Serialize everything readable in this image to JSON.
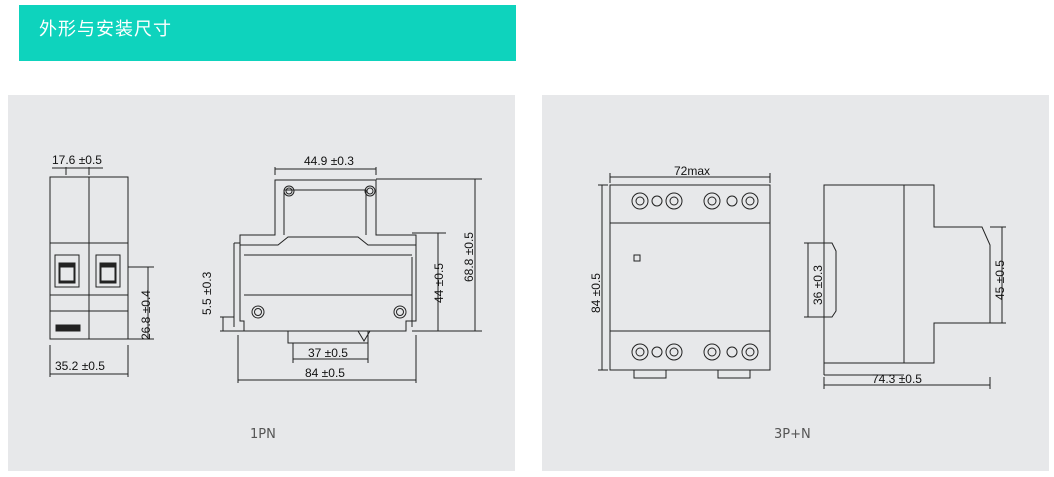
{
  "header": {
    "title": "外形与安装尺寸"
  },
  "panels": [
    {
      "caption": "1PN",
      "dimensions": {
        "front_width_top": "17.6 ±0.5",
        "front_width_bottom": "35.2 ±0.5",
        "front_height": "26.8 ±0.4",
        "side_top_width": "44.9 ±0.3",
        "side_total_height": "68.8 ±0.5",
        "side_body_height": "44 ±0.5",
        "side_offset": "5.5 ±0.3",
        "side_rail": "37 ±0.5",
        "side_total_width": "84 ±0.5"
      }
    },
    {
      "caption": "3P+N",
      "dimensions": {
        "front_width": "72max",
        "front_height": "84 ±0.5",
        "side_rail_height": "36 ±0.3",
        "side_height": "45 ±0.5",
        "side_depth": "74.3 ±0.5"
      }
    }
  ]
}
